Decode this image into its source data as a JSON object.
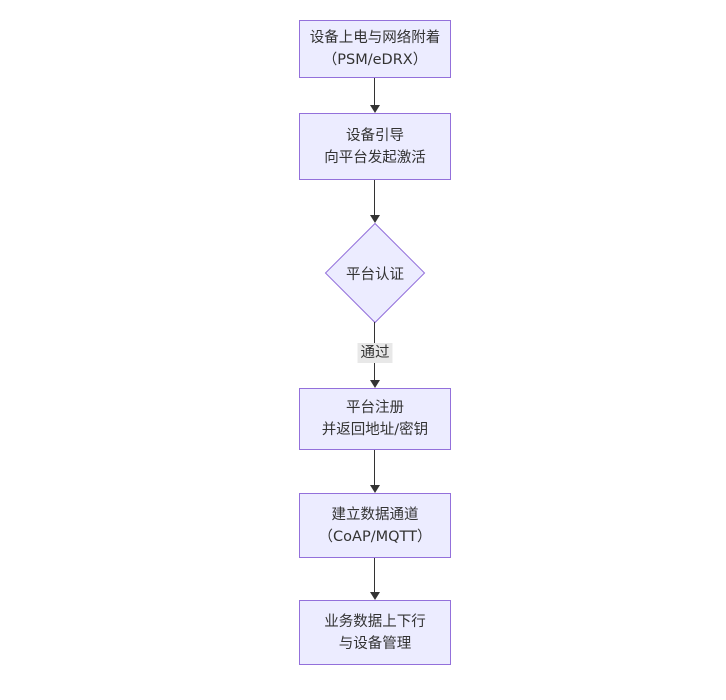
{
  "flowchart": {
    "title_context": "NB-IoT device onboarding flow",
    "nodes": {
      "power_attach": {
        "lines": [
          "设备上电与网络附着",
          "（PSM/eDRX）"
        ]
      },
      "bootstrap": {
        "lines": [
          "设备引导",
          "向平台发起激活"
        ]
      },
      "auth": {
        "label": "平台认证"
      },
      "register": {
        "lines": [
          "平台注册",
          "并返回地址/密钥"
        ]
      },
      "channel": {
        "lines": [
          "建立数据通道",
          "（CoAP/MQTT）"
        ]
      },
      "business": {
        "lines": [
          "业务数据上下行",
          "与设备管理"
        ]
      }
    },
    "edges": {
      "auth_pass_label": "通过"
    },
    "colors": {
      "node_fill": "#ECECFF",
      "node_border": "#9370DB",
      "text": "#333333",
      "arrow_line": "#333333",
      "edge_label_bg": "#e8e8e8",
      "background": "#ffffff"
    }
  }
}
